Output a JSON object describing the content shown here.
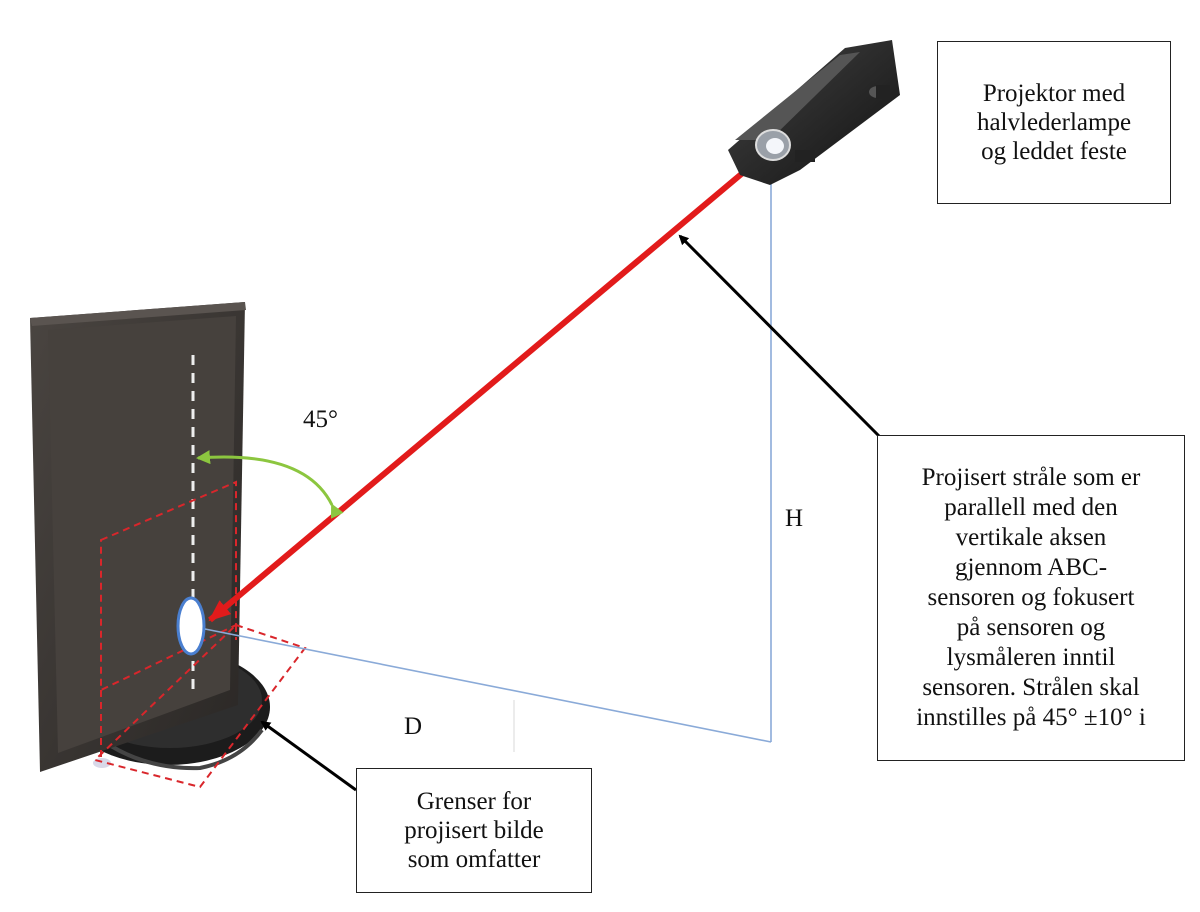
{
  "labels": {
    "angle": "45°",
    "height": "H",
    "distance": "D"
  },
  "callouts": {
    "projector": "Projektor med\nhalvlederlampe\nog leddet feste",
    "beam": "Projisert stråle som er\nparallell med den\nvertikale aksen\ngjennom ABC-\nsensoren og fokusert\npå sensoren og\nlysmåleren inntil\nsensoren. Strålen skal\ninnstilles på 45° ±10° i",
    "bounds": "Grenser for\nprojisert bilde\nsom omfatter"
  },
  "colors": {
    "beam": "#e21b1b",
    "measure_lines": "#8aaad8",
    "angle_arc": "#8cc63f",
    "bounds_dash": "#d9262b",
    "monitor": "#3a3633",
    "projector": "#2a2a2a",
    "pointer_arrows": "#000000"
  },
  "icons": {
    "monitor": "monitor-icon",
    "projector": "projector-icon",
    "sensor": "abc-sensor-icon"
  }
}
